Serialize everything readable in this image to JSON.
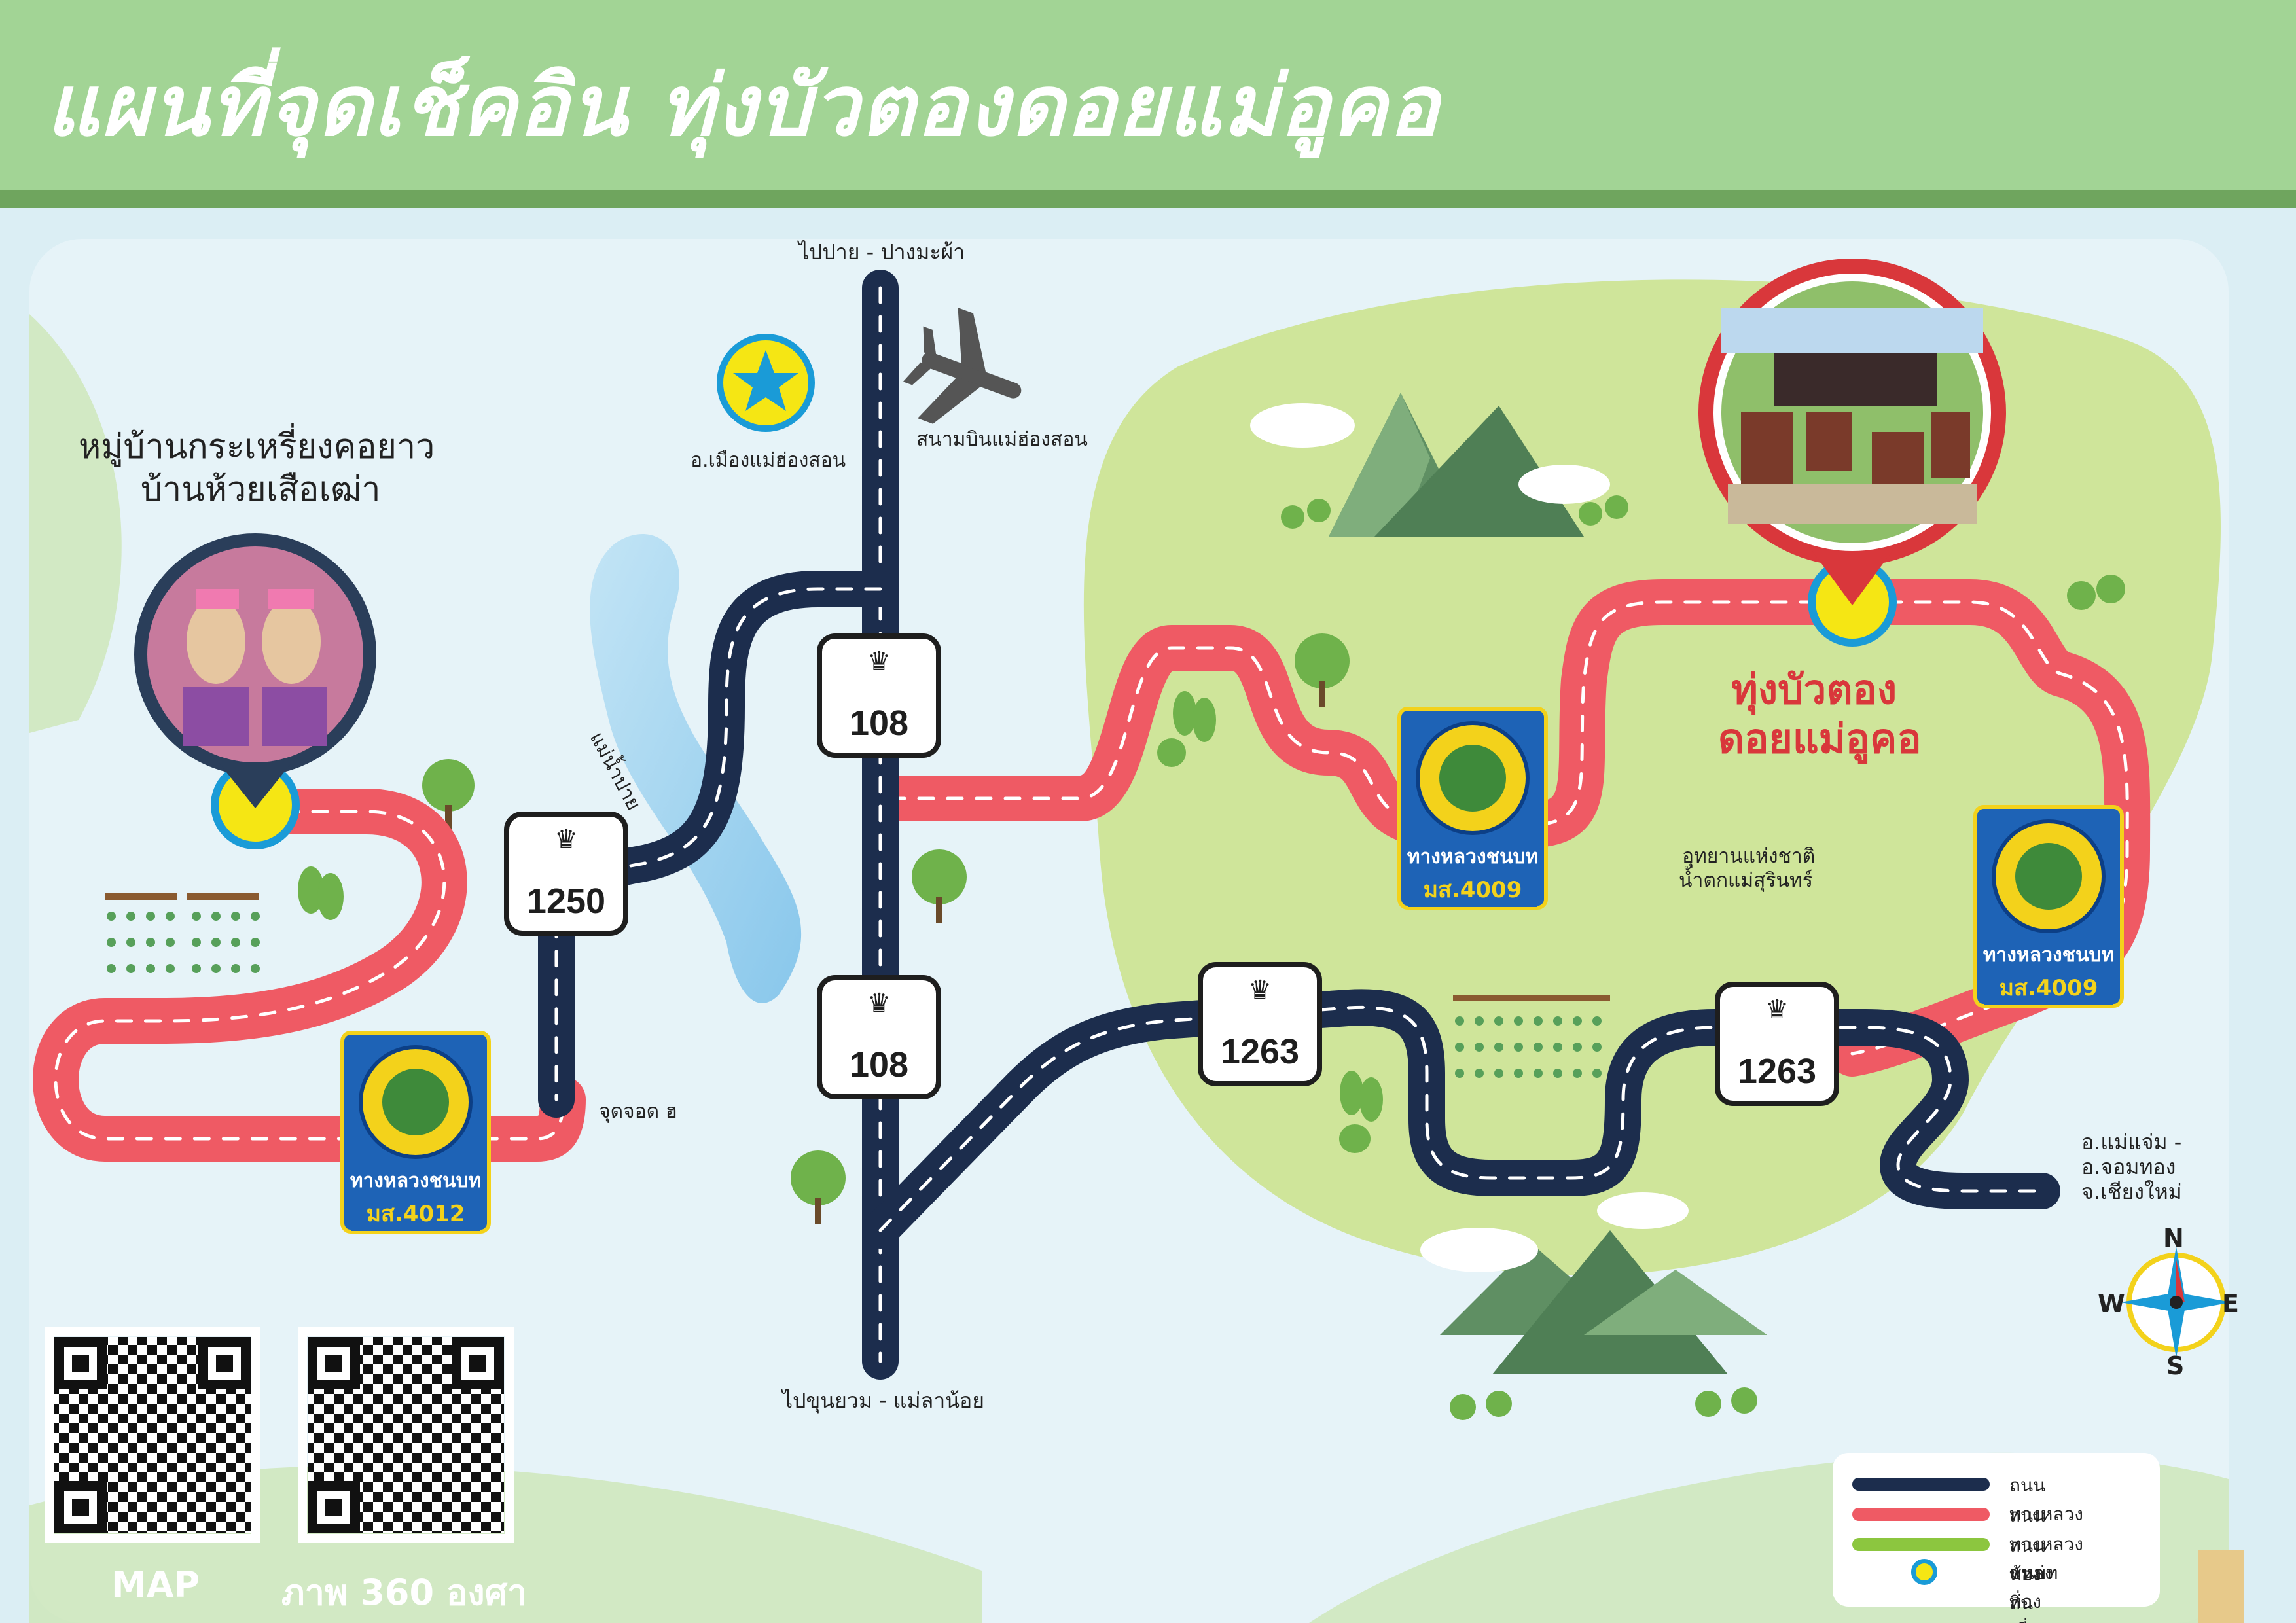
{
  "title": "แผนที่จุดเช็คอิน ทุ่งบัวตองดอยแม่อูคอ",
  "labels": {
    "to_pai": "ไปปาย - ปางมะผ้า",
    "to_khunyuam": "ไปขุนยวม - แม่ลาน้อย",
    "city": "อ.เมืองแม่ฮ่องสอน",
    "airport": "สนามบินแม่ฮ่องสอน",
    "village_line1": "หมู่บ้านกระเหรี่ยงคอยาว",
    "village_line2": "บ้านห้วยเสือเฒ่า",
    "river": "แม่น้ำปาย",
    "stop_point": "จุดจอด ฮ",
    "park_line1": "อุทยานแห่งชาติ",
    "park_line2": "น้ำตกแม่สุรินทร์",
    "dest_line1": "ทุ่งบัวตอง",
    "dest_line2": "ดอยแม่อูคอ",
    "chiangmai_line1": "อ.แม่แจ่ม -",
    "chiangmai_line2": "อ.จอมทอง",
    "chiangmai_line3": "จ.เชียงใหม่"
  },
  "highway_signs": [
    "108",
    "108",
    "1250",
    "1263",
    "1263"
  ],
  "rural_signs": [
    {
      "name": "ทางหลวงชนบท",
      "code": "มส.4012"
    },
    {
      "name": "ทางหลวงชนบท",
      "code": "มส.4009"
    },
    {
      "name": "ทางหลวงชนบท",
      "code": "มส.4009"
    }
  ],
  "compass": {
    "n": "N",
    "s": "S",
    "e": "E",
    "w": "W"
  },
  "qr": {
    "map_label": "MAP",
    "pano_label": "ภาพ 360 องศา"
  },
  "legend": [
    {
      "label": "ถนนทางหลวง",
      "color": "#1c2d4d"
    },
    {
      "label": "ถนนทางหลวงชนบท",
      "color": "#ef5a64"
    },
    {
      "label": "ถนนท้องถิ่น",
      "color": "#8cc63f"
    },
    {
      "label": "แหล่งท่องเที่ยว",
      "color": "#f3e21b"
    }
  ],
  "colors": {
    "header_green": "#a2d495",
    "water": "#dbeef4",
    "land_green": "#cfe59a",
    "highway": "#1c2d4d",
    "rural_road": "#ef5a64",
    "poi_yellow": "#f5e614",
    "poi_blue": "#1a9bd7",
    "pin_red": "#d9373b"
  }
}
